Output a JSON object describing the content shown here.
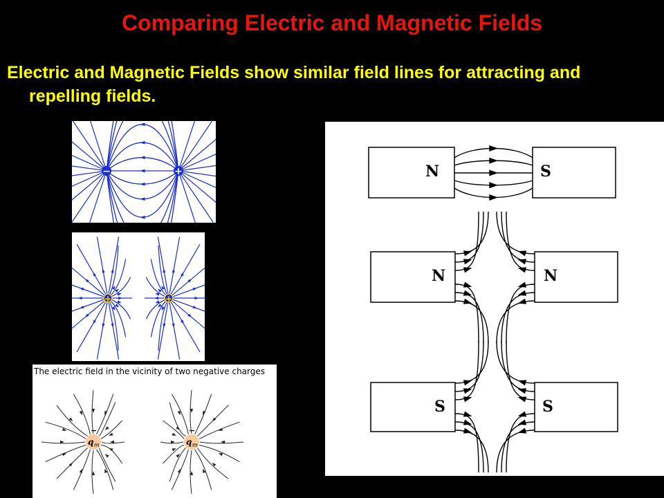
{
  "slide": {
    "title": "Comparing Electric and Magnetic Fields",
    "subtitle": "Electric and Magnetic Fields show similar field lines for attracting and repelling fields."
  },
  "dipole_panel": {
    "left_charge_sign": "−",
    "right_charge_sign": "+",
    "line_color": "#1a2fd0"
  },
  "like_charges_panel": {
    "left_charge_sign": "+",
    "right_charge_sign": "+",
    "charge_color": "#ffd400"
  },
  "negative_charges_panel": {
    "caption": "The electric field in the vicinity of two negative charges",
    "charge_label": "q",
    "charge_subscript": "m",
    "charge_bar": "−",
    "charge_fill": "#f6c99a"
  },
  "magnets_panel": {
    "pairs": [
      {
        "left": "N",
        "right": "S"
      },
      {
        "left": "N",
        "right": "N"
      },
      {
        "left": "S",
        "right": "S"
      }
    ]
  },
  "colors": {
    "background": "#000000",
    "title": "#e8150d",
    "subtitle": "#ffff00"
  }
}
